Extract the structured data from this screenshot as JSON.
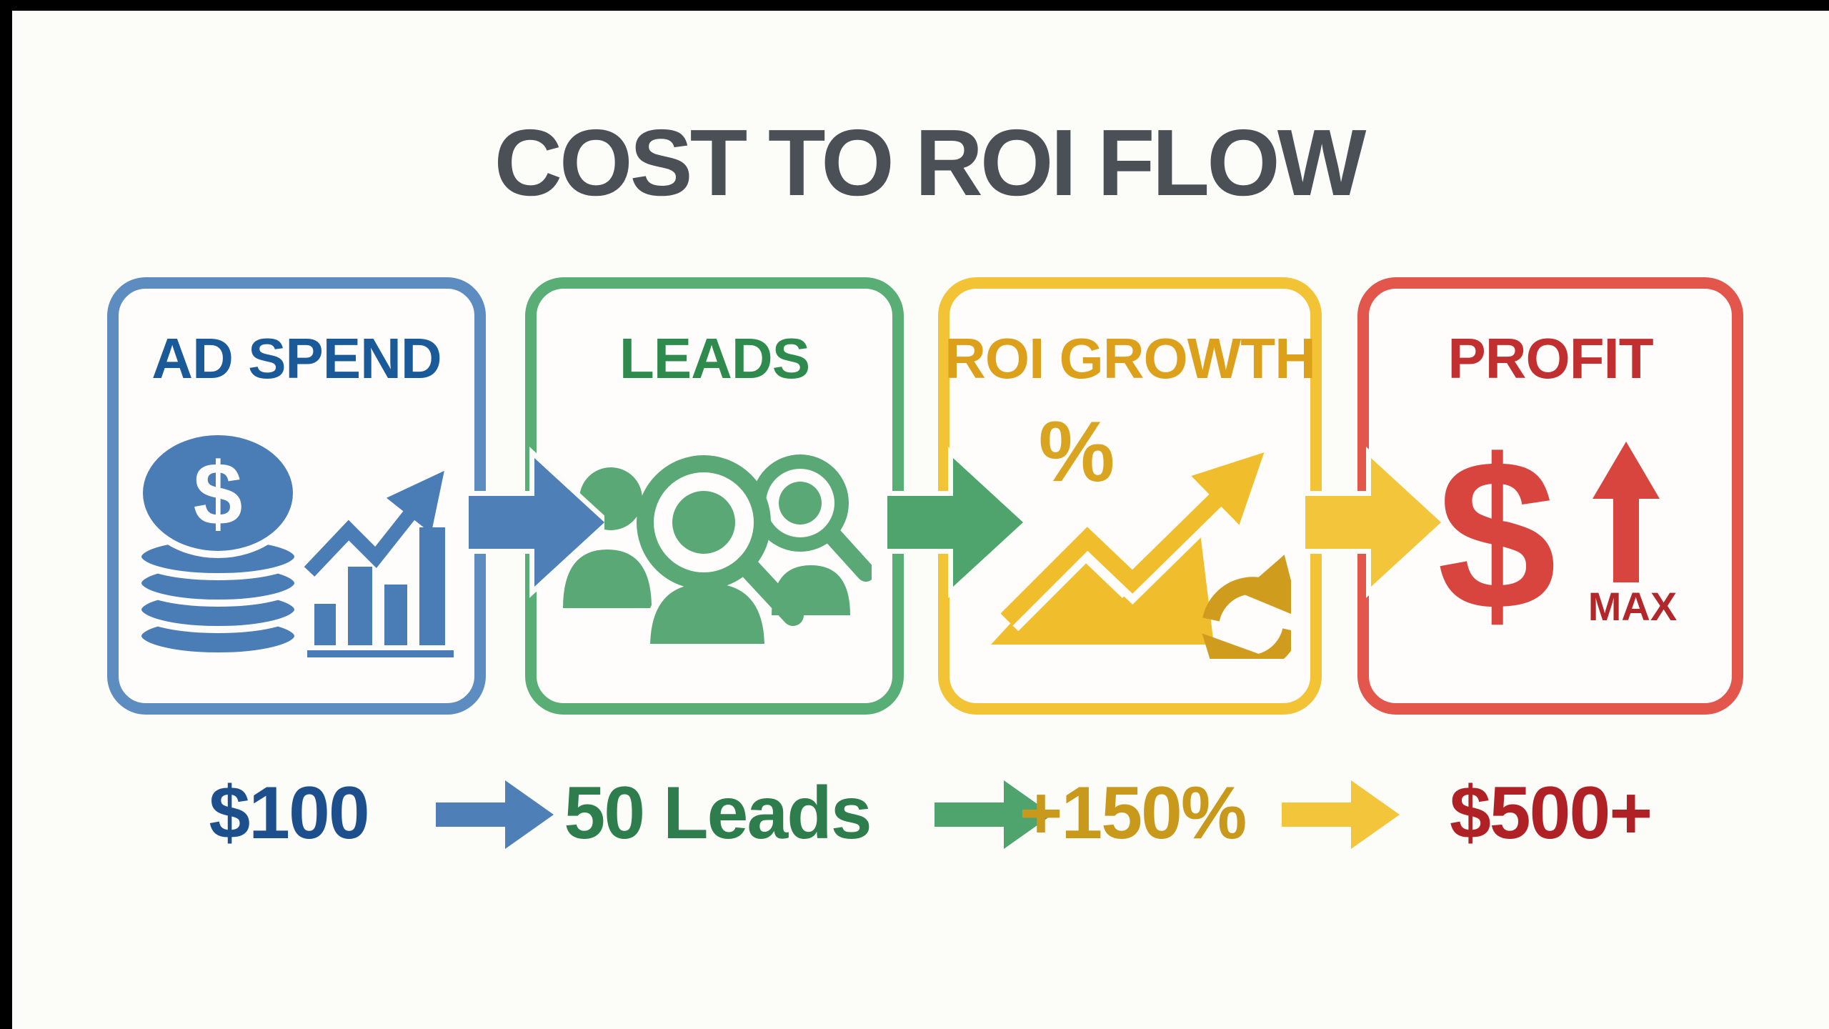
{
  "title": "COST TO ROI FLOW",
  "steps": [
    {
      "label": "AD SPEND",
      "value": "$100",
      "color": "#5c8cc0",
      "label_color": "#1b5a99",
      "value_color": "#1d4f8c",
      "icon": "coin-stack-bar-chart-icon"
    },
    {
      "label": "LEADS",
      "value": "50 Leads",
      "color": "#58ae74",
      "label_color": "#2e8b4d",
      "value_color": "#2e7d4d",
      "icon": "people-magnifier-icon"
    },
    {
      "label": "ROI GROWTH",
      "value": "+150%",
      "color": "#f2c334",
      "label_color": "#dda01b",
      "value_color": "#c9991b",
      "icon": "percent-growth-refresh-icon"
    },
    {
      "label": "PROFIT",
      "value": "$500+",
      "color": "#e2564b",
      "label_color": "#c22f30",
      "value_color": "#b02126",
      "icon": "dollar-up-arrow-icon"
    }
  ],
  "icon_text": {
    "coin_dollar": "$",
    "percent": "%",
    "profit_dollar": "$",
    "profit_max": "MAX"
  },
  "colors": {
    "background": "#fcfcf9",
    "frame_bars": "#000000",
    "title": "#4a5056",
    "flow_arrow_blue": "#4e80b7",
    "flow_arrow_green": "#4fa46e",
    "flow_arrow_yellow": "#f3c53a",
    "icon_blue": "#4a7db5",
    "icon_green": "#5aa876",
    "icon_yellow": "#f0bd2c",
    "icon_gold": "#cf9c1e",
    "icon_red": "#d8453e"
  }
}
